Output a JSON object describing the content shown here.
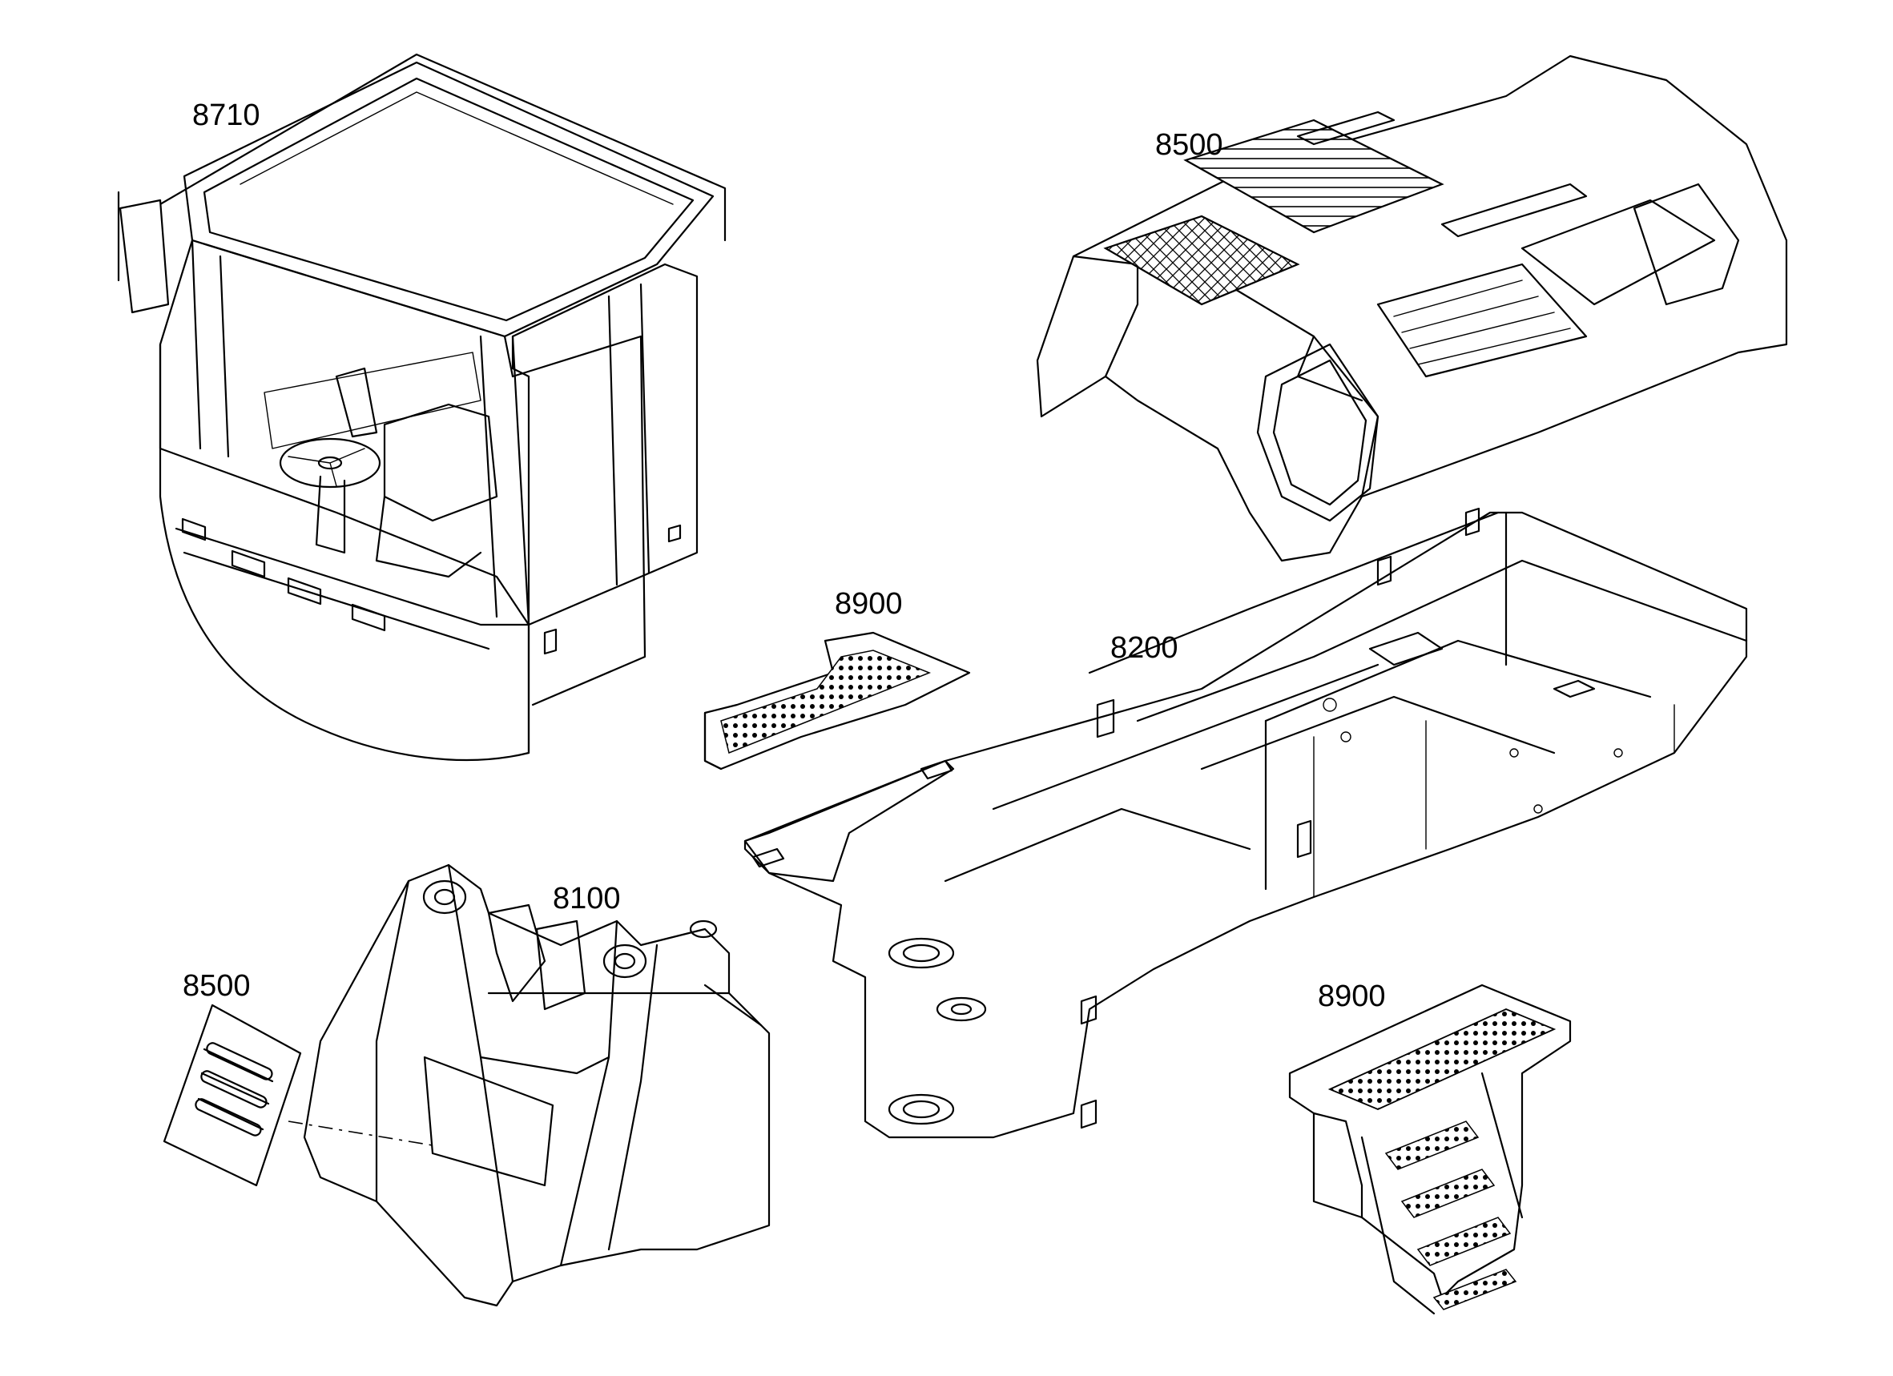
{
  "parts": [
    {
      "id": "cab",
      "label": "8710"
    },
    {
      "id": "hood-top",
      "label": "8500"
    },
    {
      "id": "step-plate-top",
      "label": "8900"
    },
    {
      "id": "rear-frame",
      "label": "8200"
    },
    {
      "id": "front-frame",
      "label": "8100"
    },
    {
      "id": "cover-plate",
      "label": "8500"
    },
    {
      "id": "ladder",
      "label": "8900"
    }
  ]
}
